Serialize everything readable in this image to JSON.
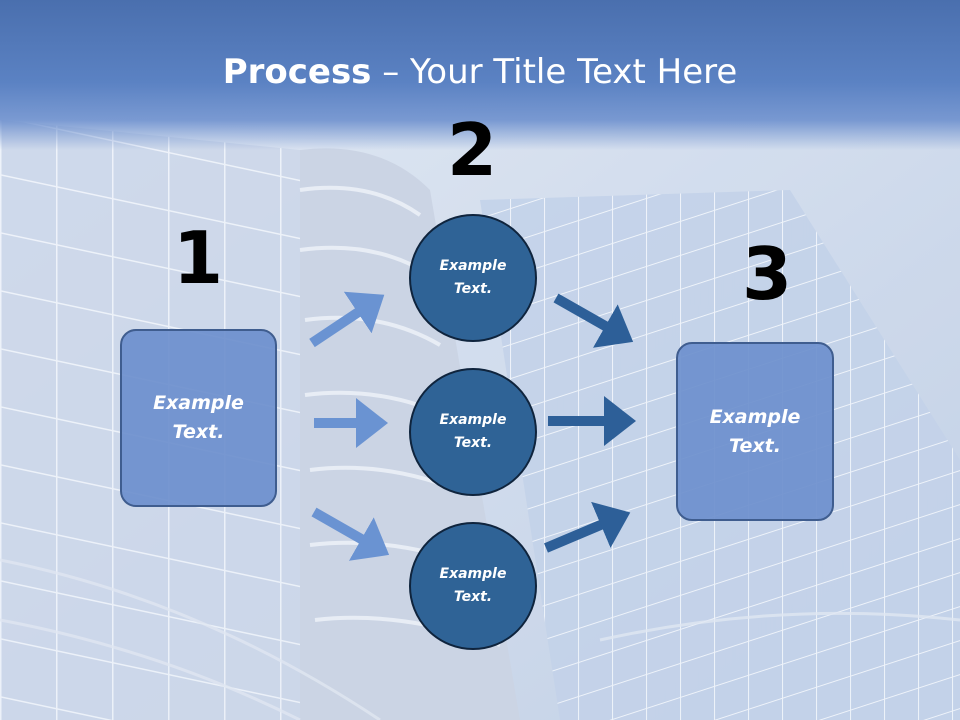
{
  "slide": {
    "title_bold": "Process",
    "title_rest": " – Your Title Text Here"
  },
  "steps": [
    {
      "number": "1"
    },
    {
      "number": "2"
    },
    {
      "number": "3"
    }
  ],
  "nodes": {
    "left_box": "Example\nText.",
    "circle_top": "Example\nText.",
    "circle_middle": "Example\nText.",
    "circle_bottom": "Example\nText.",
    "right_box": "Example\nText."
  },
  "colors": {
    "title_bar": "#5b82c3",
    "box_fill": "#6c8fcd",
    "circle_fill": "#2f6396",
    "arrow_light": "#6a93d2",
    "arrow_dark": "#2d5f98"
  }
}
